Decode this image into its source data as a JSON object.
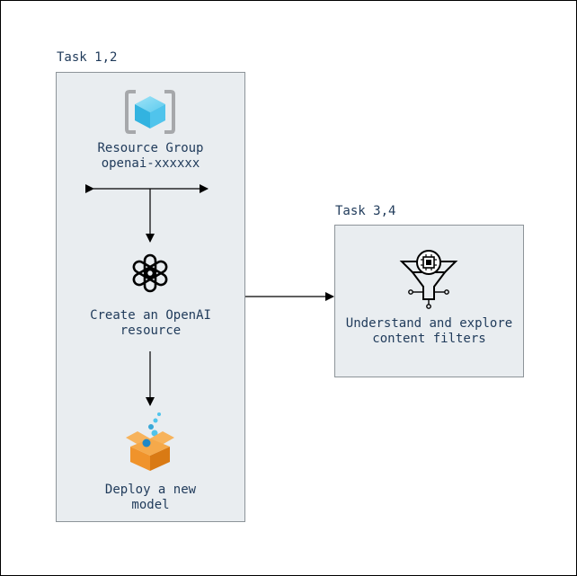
{
  "diagram": {
    "groups": [
      {
        "label": "Task 1,2"
      },
      {
        "label": "Task 3,4"
      }
    ],
    "nodes": {
      "resource_group": {
        "line1": "Resource Group",
        "line2": "openai-xxxxxx",
        "icon": "resource-group-icon"
      },
      "openai": {
        "line1": "Create an OpenAI",
        "line2": "resource",
        "icon": "openai-logo-icon"
      },
      "deploy": {
        "line1": "Deploy a new",
        "line2": "model",
        "icon": "deploy-package-icon"
      },
      "filters": {
        "line1": "Understand and explore",
        "line2": "content filters",
        "icon": "content-filter-funnel-icon"
      }
    }
  },
  "colors": {
    "box_fill": "#e9edf0",
    "box_border": "#8d9499",
    "text": "#1f3a5a",
    "azure_blue": "#50c4ec",
    "package_orange": "#f0932b"
  }
}
